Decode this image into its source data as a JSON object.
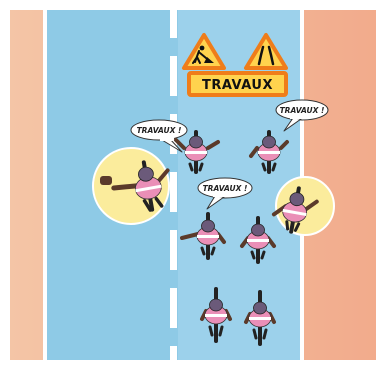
{
  "sign": {
    "label": "TRAVAUX",
    "icons": [
      "roadworks-icon",
      "road-narrows-icon"
    ]
  },
  "bubbles": [
    {
      "text": "TRAVAUX !"
    },
    {
      "text": "TRAVAUX !"
    },
    {
      "text": "TRAVAUX !"
    }
  ],
  "colors": {
    "background_left": "#f4c7a9",
    "background_right": "#f0a98a",
    "road": "#8fcbe6",
    "lane_marking": "#ffffff",
    "sign_yellow": "#ffd34e",
    "sign_orange": "#f08a1e",
    "jersey_pink": "#ea8fb7",
    "highlight_circle": "#fbec9c"
  }
}
